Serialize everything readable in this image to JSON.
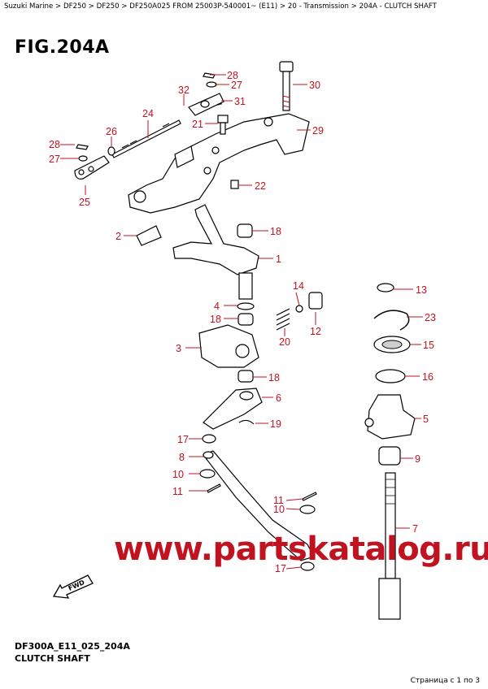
{
  "breadcrumb": "Suzuki Marine > DF250 > DF250 > DF250A025 FROM 25003P-540001~ (E11) > 20 - Transmission > 204A - CLUTCH SHAFT",
  "figure_title": "FIG.204A",
  "watermark": "www.partskatalog.ru",
  "fwd_label": "FWD",
  "figure_code": "DF300A_E11_025_204A",
  "figure_subtitle": "CLUTCH SHAFT",
  "pager": "Страница с 1 по 3",
  "labels": {
    "l1": "1",
    "l2": "2",
    "l3": "3",
    "l4": "4",
    "l5": "5",
    "l6": "6",
    "l7": "7",
    "l8": "8",
    "l9": "9",
    "l10a": "10",
    "l10b": "10",
    "l11a": "11",
    "l11b": "11",
    "l12": "12",
    "l13": "13",
    "l14": "14",
    "l15": "15",
    "l16": "16",
    "l17a": "17",
    "l17b": "17",
    "l18a": "18",
    "l18b": "18",
    "l18c": "18",
    "l19": "19",
    "l20": "20",
    "l21": "21",
    "l22": "22",
    "l23": "23",
    "l24": "24",
    "l25": "25",
    "l26": "26",
    "l27a": "27",
    "l27b": "27",
    "l28a": "28",
    "l28b": "28",
    "l29": "29",
    "l30": "30",
    "l31": "31",
    "l32": "32"
  },
  "colors": {
    "label": "#c1121f",
    "watermark": "#c1121f"
  }
}
